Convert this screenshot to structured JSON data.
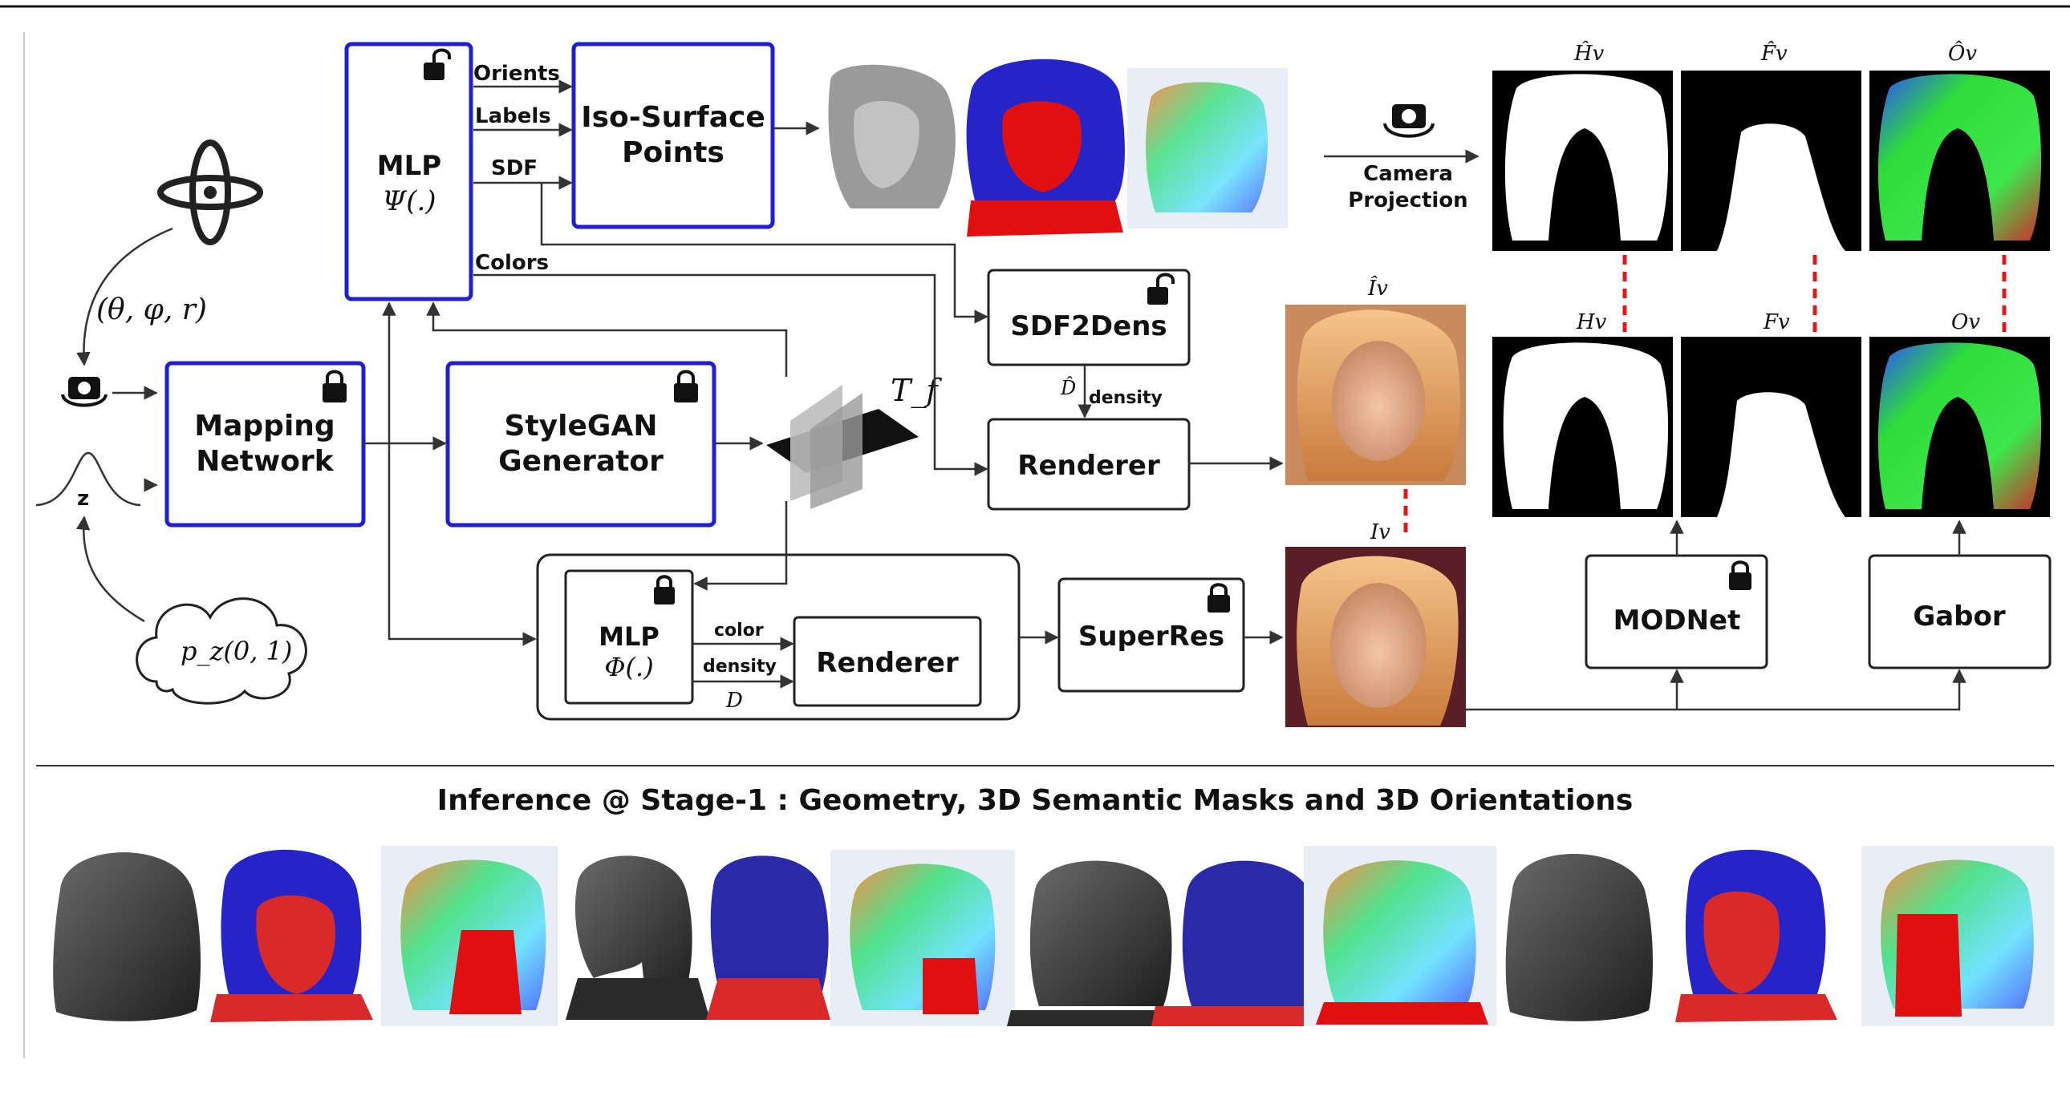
{
  "boxes": {
    "mlp_psi": {
      "label": "MLP",
      "sub": "Ψ(.)"
    },
    "iso": {
      "line1": "Iso-Surface",
      "line2": "Points"
    },
    "mapping": {
      "line1": "Mapping",
      "line2": "Network"
    },
    "stylegan": {
      "line1": "StyleGAN",
      "line2": "Generator"
    },
    "sdf2dens": {
      "label": "SDF2Dens"
    },
    "renderer_top": {
      "label": "Renderer"
    },
    "mlp_phi": {
      "label": "MLP",
      "sub": "Φ(.)"
    },
    "renderer_inner": {
      "label": "Renderer"
    },
    "superres": {
      "label": "SuperRes"
    },
    "modnet": {
      "label": "MODNet"
    },
    "gabor": {
      "label": "Gabor"
    }
  },
  "edges": {
    "orients": "Orients",
    "labels": "Labels",
    "sdf": "SDF",
    "colors": "Colors",
    "camera_line1": "Camera",
    "camera_line2": "Projection",
    "density": "density",
    "color": "color",
    "density2": "density"
  },
  "math": {
    "theta_phi_r": "(θ, φ, r)",
    "z": "z",
    "pz": "p_z(0, 1)",
    "tf": "T_f",
    "d_hat": "D̂",
    "d": "D",
    "h_hat": "Ĥv",
    "f_hat": "F̂v",
    "o_hat": "Ôv",
    "i_hat": "Îv",
    "h": "Hv",
    "f": "Fv",
    "o": "Ov",
    "i": "Iv"
  },
  "bottom": {
    "title": "Inference @ Stage-1 : Geometry, 3D Semantic Masks and 3D Orientations"
  },
  "colors": {
    "trainable_border": "#1f1fd1",
    "hair_blue": "#2424c8",
    "face_red": "#e01010",
    "dash_red": "#e01818"
  }
}
